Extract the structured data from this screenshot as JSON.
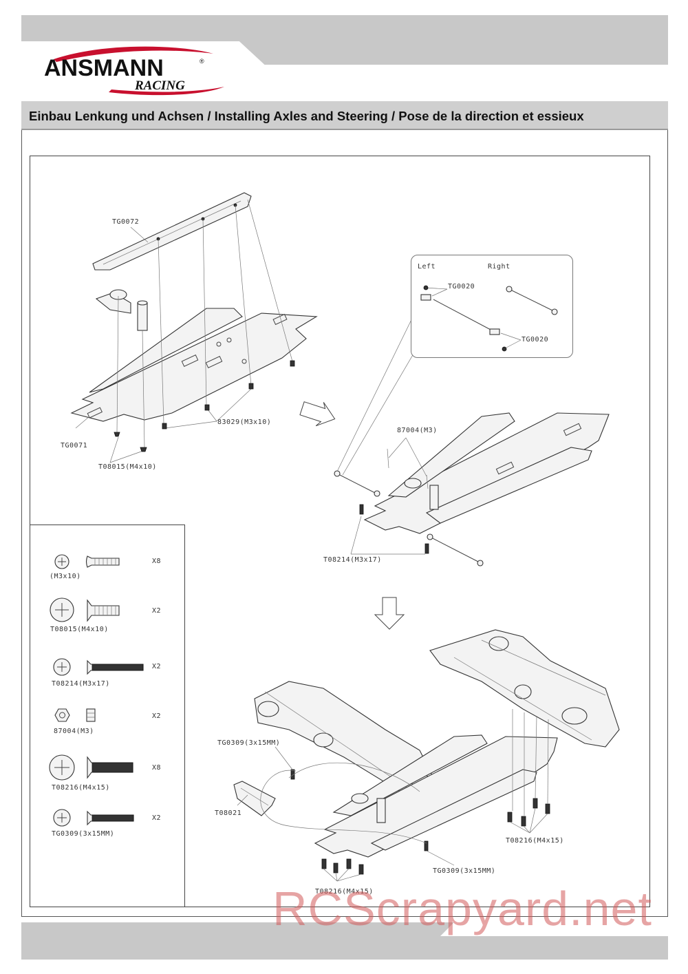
{
  "brand": {
    "name": "ANSMANN",
    "subline": "RACING",
    "registered": "®"
  },
  "title": "Einbau Lenkung und Achsen / Installing Axles and Steering / Pose de la direction et essieux",
  "step1": {
    "labels": {
      "chassis_brace": "TG0072",
      "chassis_plate": "TG0071",
      "screw_m3": "83029(M3x10)",
      "screw_m4": "T08015(M4x10)"
    }
  },
  "step2": {
    "callout": {
      "left": "Left",
      "right": "Right",
      "rod_end_top": "TG0020",
      "rod_end_bottom": "TG0020"
    },
    "labels": {
      "nut": "87004(M3)",
      "screw": "T08214(M3x17)"
    }
  },
  "step3": {
    "labels": {
      "screw_top": "TG0309(3x15MM)",
      "bumper": "T08021",
      "screw_bottom": "TG0309(3x15MM)",
      "screws_right": "T08216(M4x15)",
      "screws_front": "T08216(M4x15)"
    }
  },
  "parts": [
    {
      "code": "(M3x10)",
      "qty": "X8",
      "icon": "pan-head-screw-icon"
    },
    {
      "code": "T08015(M4x10)",
      "qty": "X2",
      "icon": "countersunk-screw-icon"
    },
    {
      "code": "T08214(M3x17)",
      "qty": "X2",
      "icon": "countersunk-screw-icon"
    },
    {
      "code": "87004(M3)",
      "qty": "X2",
      "icon": "lock-nut-icon"
    },
    {
      "code": "T08216(M4x15)",
      "qty": "X8",
      "icon": "countersunk-screw-icon"
    },
    {
      "code": "TG0309(3x15MM)",
      "qty": "X2",
      "icon": "countersunk-screw-icon"
    }
  ],
  "watermark": "RCScrapyard.net",
  "colors": {
    "band": "#c8c8c8",
    "title_bar": "#cfcfcf",
    "logo_red": "#c8102e",
    "watermark": "#d25a5a"
  }
}
